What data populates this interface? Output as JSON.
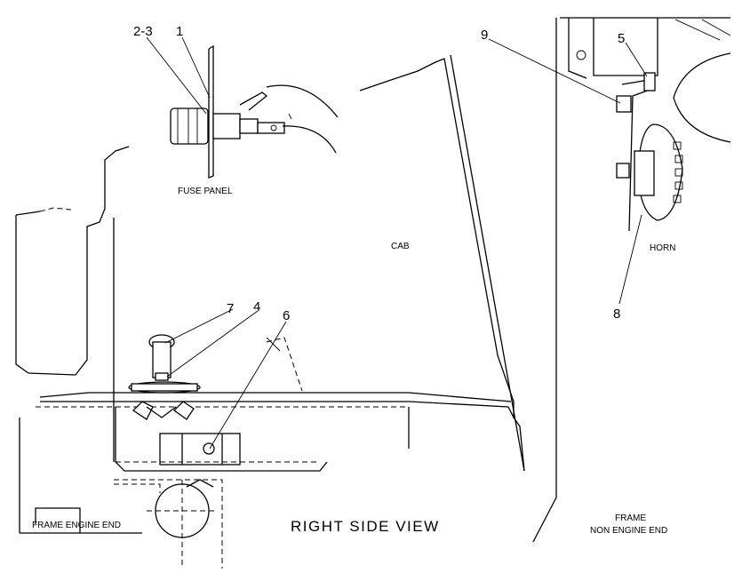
{
  "labels": {
    "fuse_panel": "FUSE PANEL",
    "cab": "CAB",
    "horn": "HORN",
    "frame_engine_end": "FRAME ENGINE END",
    "frame_non_engine_end_line1": "FRAME",
    "frame_non_engine_end_line2": "NON ENGINE END",
    "view_title": "RIGHT SIDE VIEW"
  },
  "callouts": {
    "c1": "1",
    "c2_3": "2-3",
    "c4": "4",
    "c5": "5",
    "c6": "6",
    "c7": "7",
    "c8": "8",
    "c9": "9"
  }
}
